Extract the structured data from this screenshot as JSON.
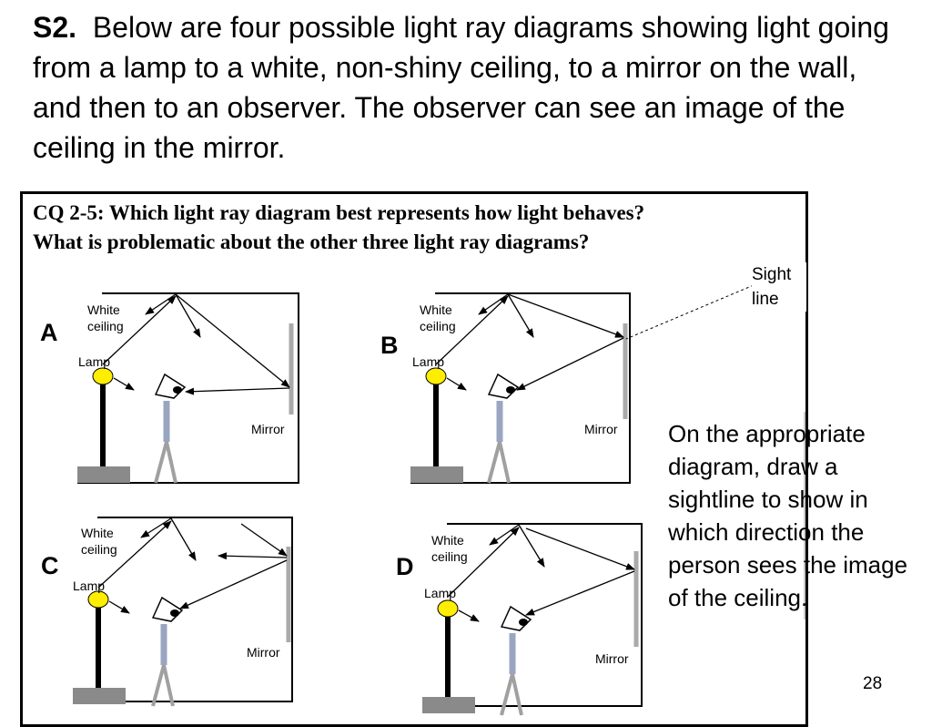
{
  "intro": {
    "label": "S2.",
    "text": "Below are four possible light ray diagrams showing light going from a lamp to a white, non-shiny ceiling, to a mirror on the wall, and then to an observer.  The observer can see an image of the ceiling in the mirror."
  },
  "question": {
    "line1": "CQ 2-5: Which light ray diagram best represents how light behaves?",
    "line2": "What is problematic about the other three light ray diagrams?"
  },
  "panels": [
    {
      "letter": "A",
      "ceiling_line1": "White",
      "ceiling_line2": "ceiling",
      "lamp": "Lamp",
      "mirror": "Mirror"
    },
    {
      "letter": "B",
      "ceiling_line1": "White",
      "ceiling_line2": "ceiling",
      "lamp": "Lamp",
      "mirror": "Mirror"
    },
    {
      "letter": "C",
      "ceiling_line1": "White",
      "ceiling_line2": "ceiling",
      "lamp": "Lamp",
      "mirror": "Mirror"
    },
    {
      "letter": "D",
      "ceiling_line1": "White",
      "ceiling_line2": "ceiling",
      "lamp": "Lamp",
      "mirror": "Mirror"
    }
  ],
  "sight_label": {
    "line1": "Sight",
    "line2": "line"
  },
  "instructions": "On the appropriate diagram, draw a sightline to show in which direction the person sees the image of the ceiling.",
  "page_number": "28",
  "colors": {
    "lamp": "#ffee00",
    "mirror": "#aaaaaa",
    "base": "#8a8a8a",
    "person": "#a0a0a0",
    "person_body": "#9aa5c0"
  }
}
